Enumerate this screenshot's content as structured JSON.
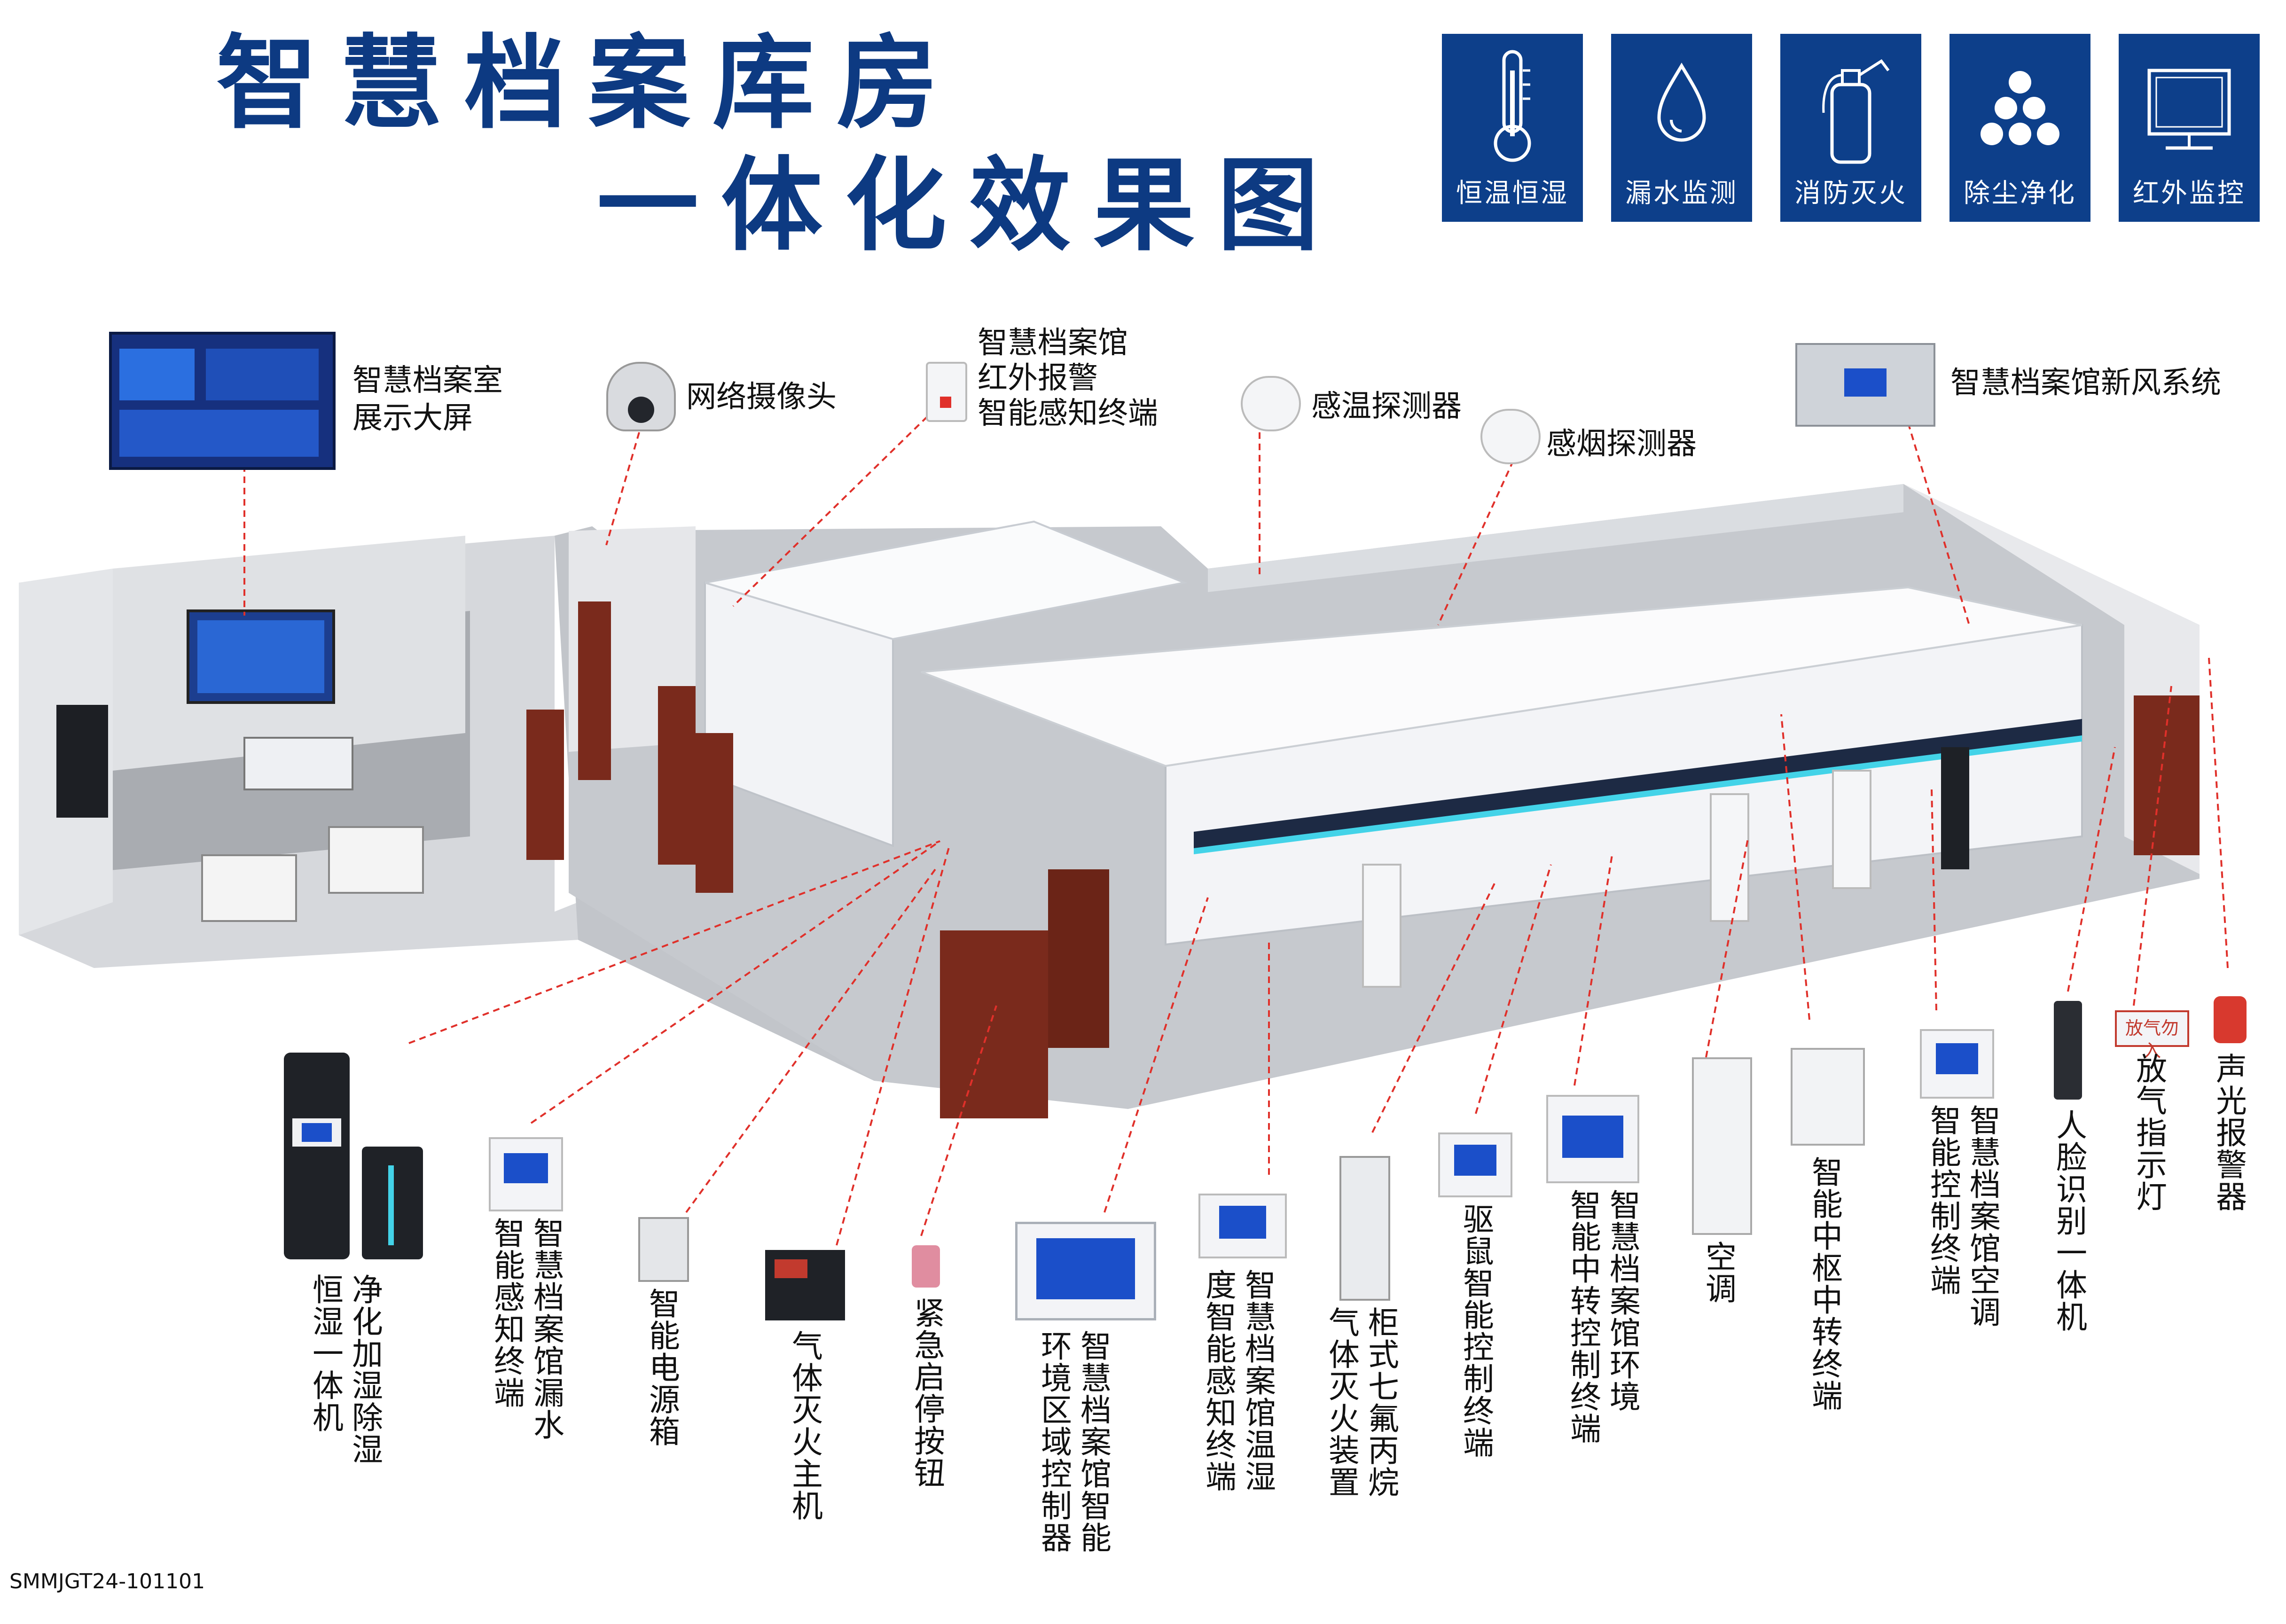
{
  "title": {
    "line1": "智慧档案库房",
    "line2": "一体化效果图"
  },
  "features": [
    {
      "label": "恒温恒湿",
      "icon": "thermometer-icon"
    },
    {
      "label": "漏水监测",
      "icon": "water-drop-icon"
    },
    {
      "label": "消防灭火",
      "icon": "fire-extinguisher-icon"
    },
    {
      "label": "除尘净化",
      "icon": "dust-dots-icon"
    },
    {
      "label": "红外监控",
      "icon": "monitor-icon"
    }
  ],
  "top_labels": {
    "display_screen": [
      "智慧档案室",
      "展示大屏"
    ],
    "camera": "网络摄像头",
    "infrared": [
      "智慧档案馆",
      "红外报警",
      "智能感知终端"
    ],
    "temp_detector": "感温探测器",
    "smoke_detector": "感烟探测器",
    "fresh_air": "智慧档案馆新风系统"
  },
  "bottom_labels": {
    "purifier_a": "恒湿一体机",
    "purifier_b": "净化加湿除湿",
    "leak_a": "智慧档案馆漏水",
    "leak_b": "智能感知终端",
    "power_box": "智能电源箱",
    "gas_host": "气体灭火主机",
    "emergency_button": "紧急启停按钮",
    "env_control_a": "智慧档案馆智能",
    "env_control_b": "环境区域控制器",
    "temp_humid_a": "智慧档案馆温湿",
    "temp_humid_b": "度智能感知终端",
    "gas_cabinet_a": "柜式七氟丙烷",
    "gas_cabinet_b": "气体灭火装置",
    "rodent": "驱鼠智能控制终端",
    "env_transfer_a": "智慧档案馆环境",
    "env_transfer_b": "智能中转控制终端",
    "aircon": "空调",
    "central_hub": "智能中枢中转终端",
    "ac_control_a": "智慧档案馆空调",
    "ac_control_b": "智能控制终端",
    "face_id": "人脸识别一体机",
    "exhaust_light": "放气指示灯",
    "alarm": "声光报警器",
    "exhaust_sign": "放气勿入"
  },
  "product_code": "SMMJGT24-101101",
  "colors": {
    "title_blue": "#0d3a82",
    "tile_blue": "#0d3f8a",
    "leader_red": "#e0302a",
    "door_brown": "#7a2a1c",
    "wall_grey": "#c9ccd1",
    "floor_grey": "#b9bcc1",
    "shelf_white": "#f1f3f6",
    "screen_blue": "#1b4fc9"
  }
}
